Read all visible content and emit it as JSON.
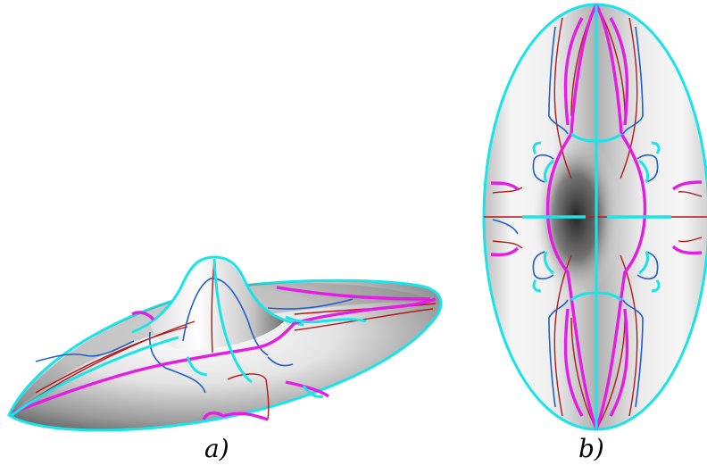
{
  "figure": {
    "panels": [
      {
        "id": "a",
        "caption": "a)"
      },
      {
        "id": "b",
        "caption": "b)"
      }
    ],
    "colors": {
      "cyan": "#18e4ea",
      "magenta": "#e41ce4",
      "blue": "#1f5ecc",
      "red": "#b31919",
      "surface_light": "#ffffff",
      "surface_dark": "#1b1b1b"
    }
  }
}
